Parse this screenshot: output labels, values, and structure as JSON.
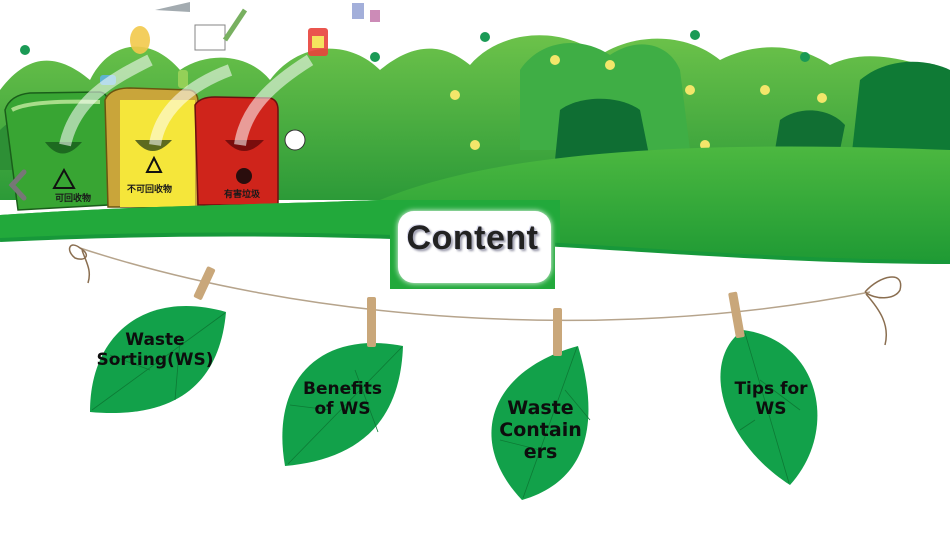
{
  "slide": {
    "title": "Content",
    "bins": [
      {
        "label": "可回收物",
        "color": "#3aa52e",
        "meaning": "recyclable"
      },
      {
        "label": "不可回收物",
        "color": "#f2e332",
        "meaning": "non-recyclable"
      },
      {
        "label": "有害垃圾",
        "color": "#d9261c",
        "meaning": "hazardous"
      }
    ],
    "leaves": [
      {
        "label": "Waste Sorting(WS)",
        "lines": [
          "Waste",
          "Sorting(WS)"
        ]
      },
      {
        "label": "Benefits of WS",
        "lines": [
          "Benefits",
          "of WS"
        ]
      },
      {
        "label": "Waste Containers",
        "lines": [
          "Waste",
          "Contain",
          "ers"
        ]
      },
      {
        "label": "Tips for WS",
        "lines": [
          "Tips for",
          "WS"
        ]
      }
    ],
    "nav": {
      "back_icon": "chevron-left-icon"
    },
    "colors": {
      "leaf": "#12a14a",
      "grass": "#2fa83a",
      "dark_bush": "#0f7a35",
      "string": "#a08a70",
      "peg": "#c9a77a"
    }
  }
}
